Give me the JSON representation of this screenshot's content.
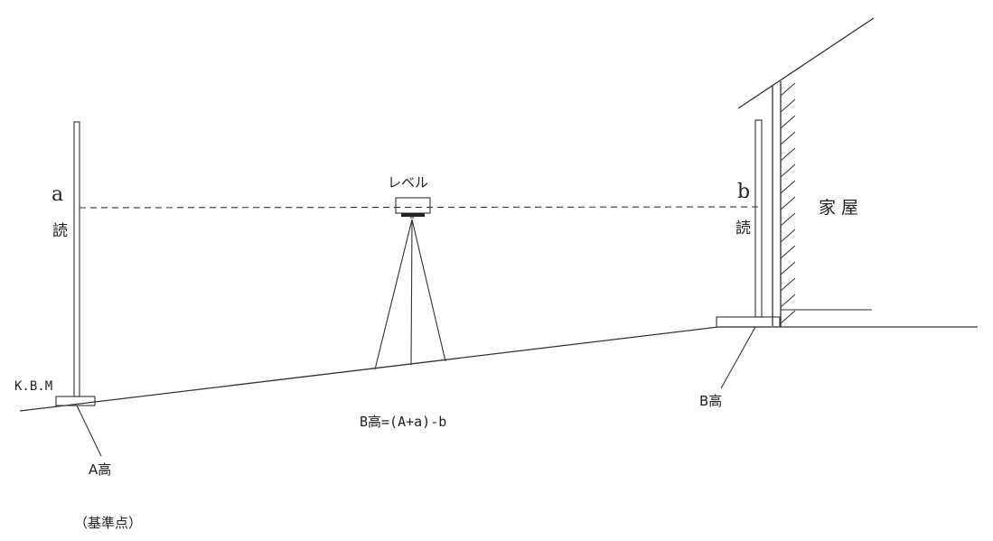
{
  "labels": {
    "rod_a_letter": "a",
    "rod_a_read": "読",
    "rod_b_letter": "b",
    "rod_b_read": "読",
    "level": "レベル",
    "house": "家 屋",
    "kbm": "K.B.M",
    "a_height": "A高",
    "b_height": "B高",
    "reference_point": "（基準点）",
    "formula": "B高=(A+a)-b"
  }
}
